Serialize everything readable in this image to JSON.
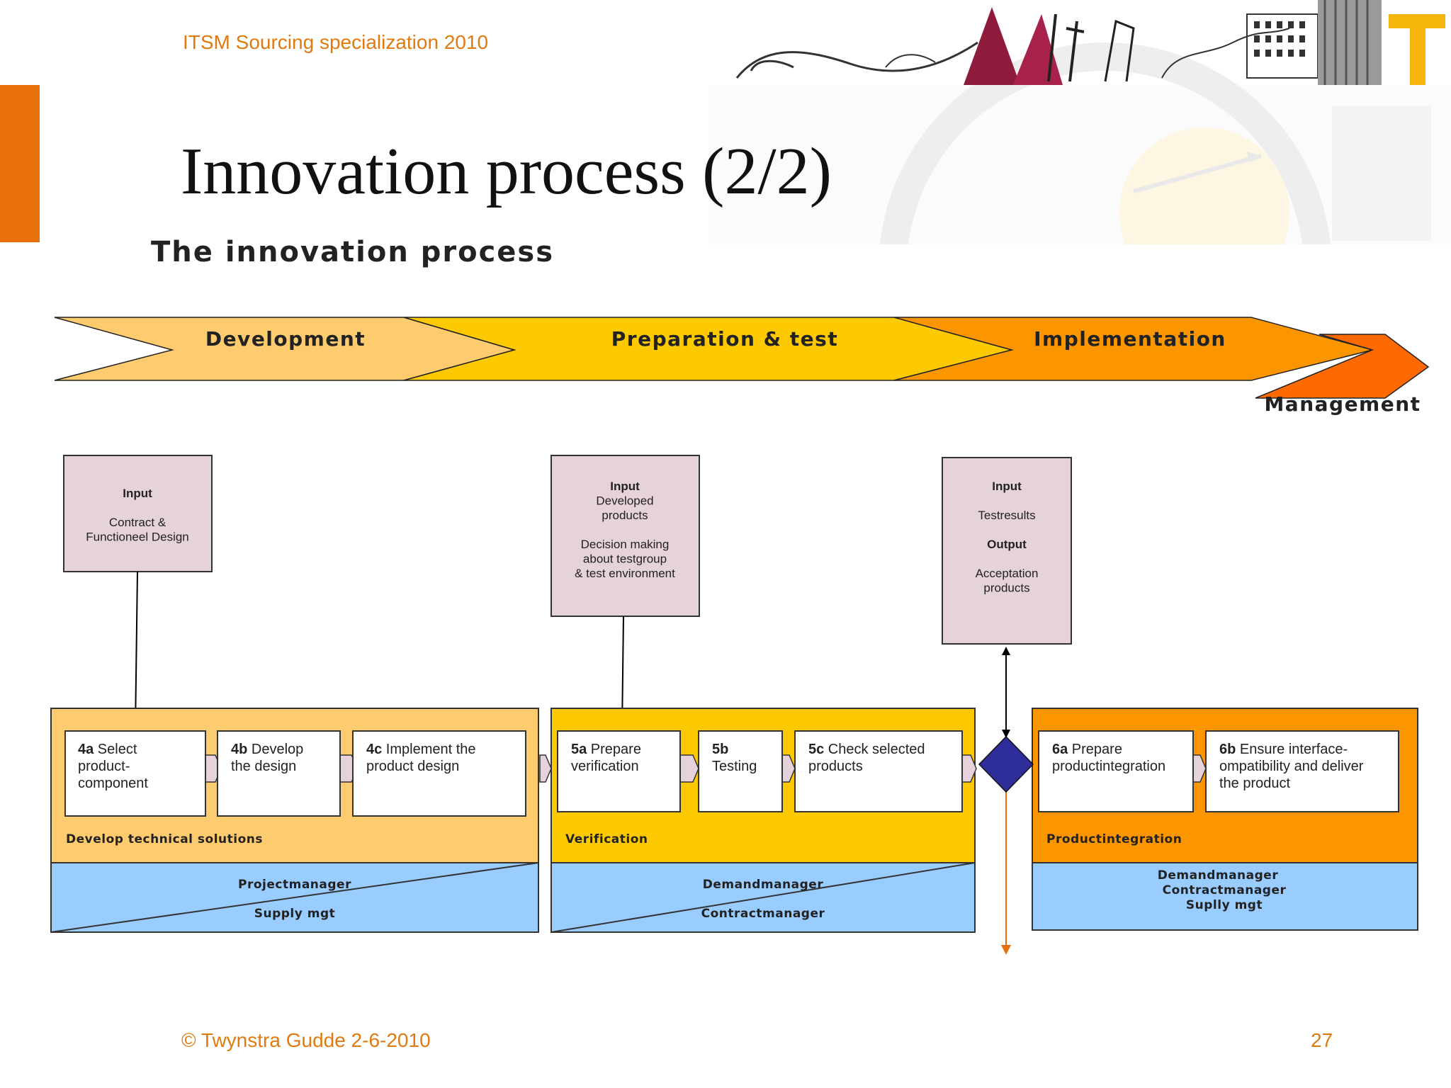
{
  "header": {
    "course": "ITSM Sourcing specialization 2010"
  },
  "slide": {
    "title": "Innovation process (2/2)",
    "subtitle": "The innovation process"
  },
  "phases": [
    "Development",
    "Preparation & test",
    "Implementation",
    "Management"
  ],
  "input_boxes": [
    {
      "lines": [
        {
          "text": "Input",
          "bold": true
        },
        {
          "text": ""
        },
        {
          "text": "Contract &"
        },
        {
          "text": "Functioneel Design"
        }
      ]
    },
    {
      "lines": [
        {
          "text": "Input",
          "bold": true
        },
        {
          "text": "Developed"
        },
        {
          "text": "products"
        },
        {
          "text": ""
        },
        {
          "text": "Decision making"
        },
        {
          "text": "about testgroup"
        },
        {
          "text": "& test environment"
        }
      ]
    },
    {
      "lines": [
        {
          "text": "Input",
          "bold": true
        },
        {
          "text": ""
        },
        {
          "text": "Testresults"
        },
        {
          "text": ""
        },
        {
          "text": "Output",
          "bold": true
        },
        {
          "text": ""
        },
        {
          "text": "Acceptation"
        },
        {
          "text": "products"
        }
      ]
    }
  ],
  "groups": [
    {
      "label": "Develop technical solutions",
      "roles": [
        "Projectmanager",
        "Supply mgt"
      ],
      "steps": [
        {
          "id": "4a",
          "text": [
            "Select",
            "product-",
            "component"
          ]
        },
        {
          "id": "4b",
          "text": [
            "Develop",
            "the design"
          ]
        },
        {
          "id": "4c",
          "text": [
            "Implement the",
            "product design"
          ]
        }
      ]
    },
    {
      "label": "Verification",
      "roles": [
        "Demandmanager",
        "Contractmanager"
      ],
      "steps": [
        {
          "id": "5a",
          "text": [
            "Prepare",
            "verification"
          ]
        },
        {
          "id": "5b",
          "text": [
            "",
            "Testing"
          ]
        },
        {
          "id": "5c",
          "text": [
            "Check selected",
            "products"
          ]
        }
      ]
    },
    {
      "label": "Productintegration",
      "roles": [
        "Demandmanager",
        "Contractmanager",
        "Suplly mgt"
      ],
      "steps": [
        {
          "id": "6a",
          "text": [
            "Prepare",
            "productintegration"
          ]
        },
        {
          "id": "6b",
          "text": [
            "Ensure interface-",
            "ompatibility and deliver",
            "the product"
          ]
        }
      ]
    }
  ],
  "footer": {
    "copyright": "© Twynstra Gudde  2-6-2010",
    "page_number": "27"
  },
  "colors": {
    "accent": "#e8700c",
    "light_orange": "#fecb6e",
    "yellow": "#fdc900",
    "orange": "#fb9600",
    "role_blue": "#99ccff",
    "input_pink": "#e5d2db",
    "diamond": "#2e2e9a"
  }
}
